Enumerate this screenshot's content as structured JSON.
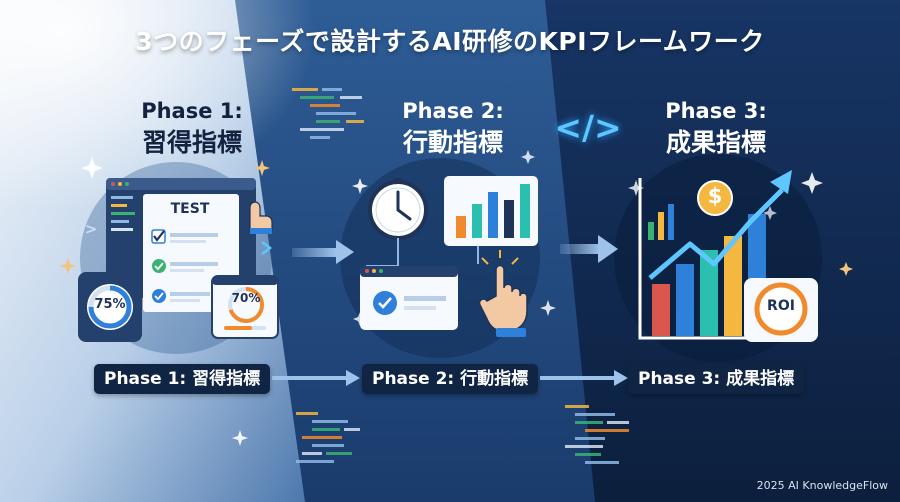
{
  "title": "3つのフェーズで設計するAI研修のKPIフレームワーク",
  "phases": [
    {
      "head_line1": "Phase 1:",
      "head_line2": "習得指標",
      "pill": "Phase 1: 習得指標",
      "labels": {
        "test": "TEST",
        "badge_a": "75%",
        "badge_b": "70%"
      }
    },
    {
      "head_line1": "Phase 2:",
      "head_line2": "行動指標",
      "pill": "Phase 2: 行動指標"
    },
    {
      "head_line1": "Phase 3:",
      "head_line2": "成果指標",
      "pill": "Phase 3: 成果指標",
      "labels": {
        "roi": "ROI",
        "currency": "$"
      }
    }
  ],
  "progress": {
    "badge_a": 0.75,
    "badge_b": 0.7
  },
  "decor": {
    "code_glyph": "</>"
  },
  "footer": "2025 AI KnowledgeFlow",
  "colors": {
    "light_panel": "#dce8f6",
    "mid_panel": "#2c5a94",
    "dark_panel": "#0f2548",
    "accent_blue": "#2f80d8",
    "accent_green": "#3bb273",
    "accent_orange": "#f08a2c",
    "accent_red": "#d9574c",
    "accent_teal": "#2bbfb0",
    "accent_yellow": "#f4b740",
    "pill_bg": "#102544"
  }
}
